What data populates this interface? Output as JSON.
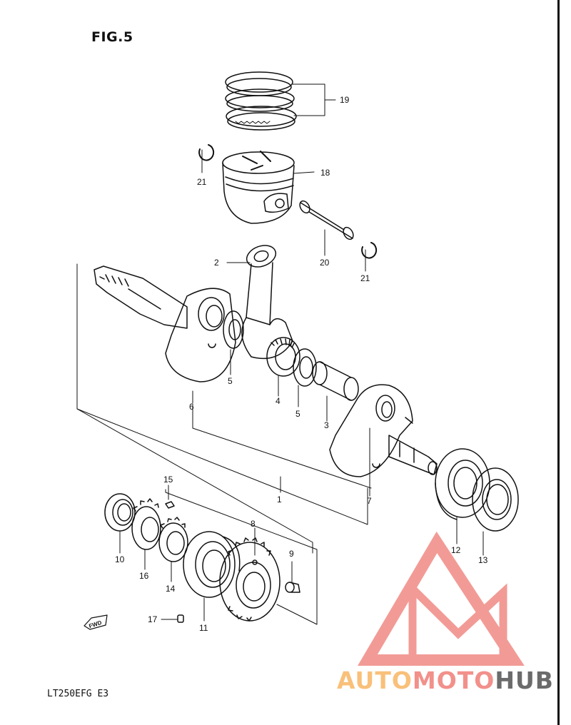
{
  "figure": {
    "title": "FIG.5",
    "model_code": "LT250EFG  E3"
  },
  "callouts": [
    {
      "id": "callout-19",
      "label": "19"
    },
    {
      "id": "callout-18",
      "label": "18"
    },
    {
      "id": "callout-21-top",
      "label": "21"
    },
    {
      "id": "callout-20",
      "label": "20"
    },
    {
      "id": "callout-21-right",
      "label": "21"
    },
    {
      "id": "callout-2",
      "label": "2"
    },
    {
      "id": "callout-5-left",
      "label": "5"
    },
    {
      "id": "callout-4",
      "label": "4"
    },
    {
      "id": "callout-5-right",
      "label": "5"
    },
    {
      "id": "callout-3",
      "label": "3"
    },
    {
      "id": "callout-6",
      "label": "6"
    },
    {
      "id": "callout-7",
      "label": "7"
    },
    {
      "id": "callout-1",
      "label": "1"
    },
    {
      "id": "callout-15",
      "label": "15"
    },
    {
      "id": "callout-10",
      "label": "10"
    },
    {
      "id": "callout-16",
      "label": "16"
    },
    {
      "id": "callout-14",
      "label": "14"
    },
    {
      "id": "callout-8",
      "label": "8"
    },
    {
      "id": "callout-9",
      "label": "9"
    },
    {
      "id": "callout-11",
      "label": "11"
    },
    {
      "id": "callout-17",
      "label": "17"
    },
    {
      "id": "callout-12",
      "label": "12"
    },
    {
      "id": "callout-13",
      "label": "13"
    }
  ],
  "fwd_label": "FWD",
  "watermark": {
    "part1": "AUTO",
    "part2": "MOTO",
    "part3": "HUB",
    "color_1": "#f9c07a",
    "color_2": "#f2908a",
    "color_3": "#6b6b6b",
    "logo_color": "#f08a84"
  }
}
